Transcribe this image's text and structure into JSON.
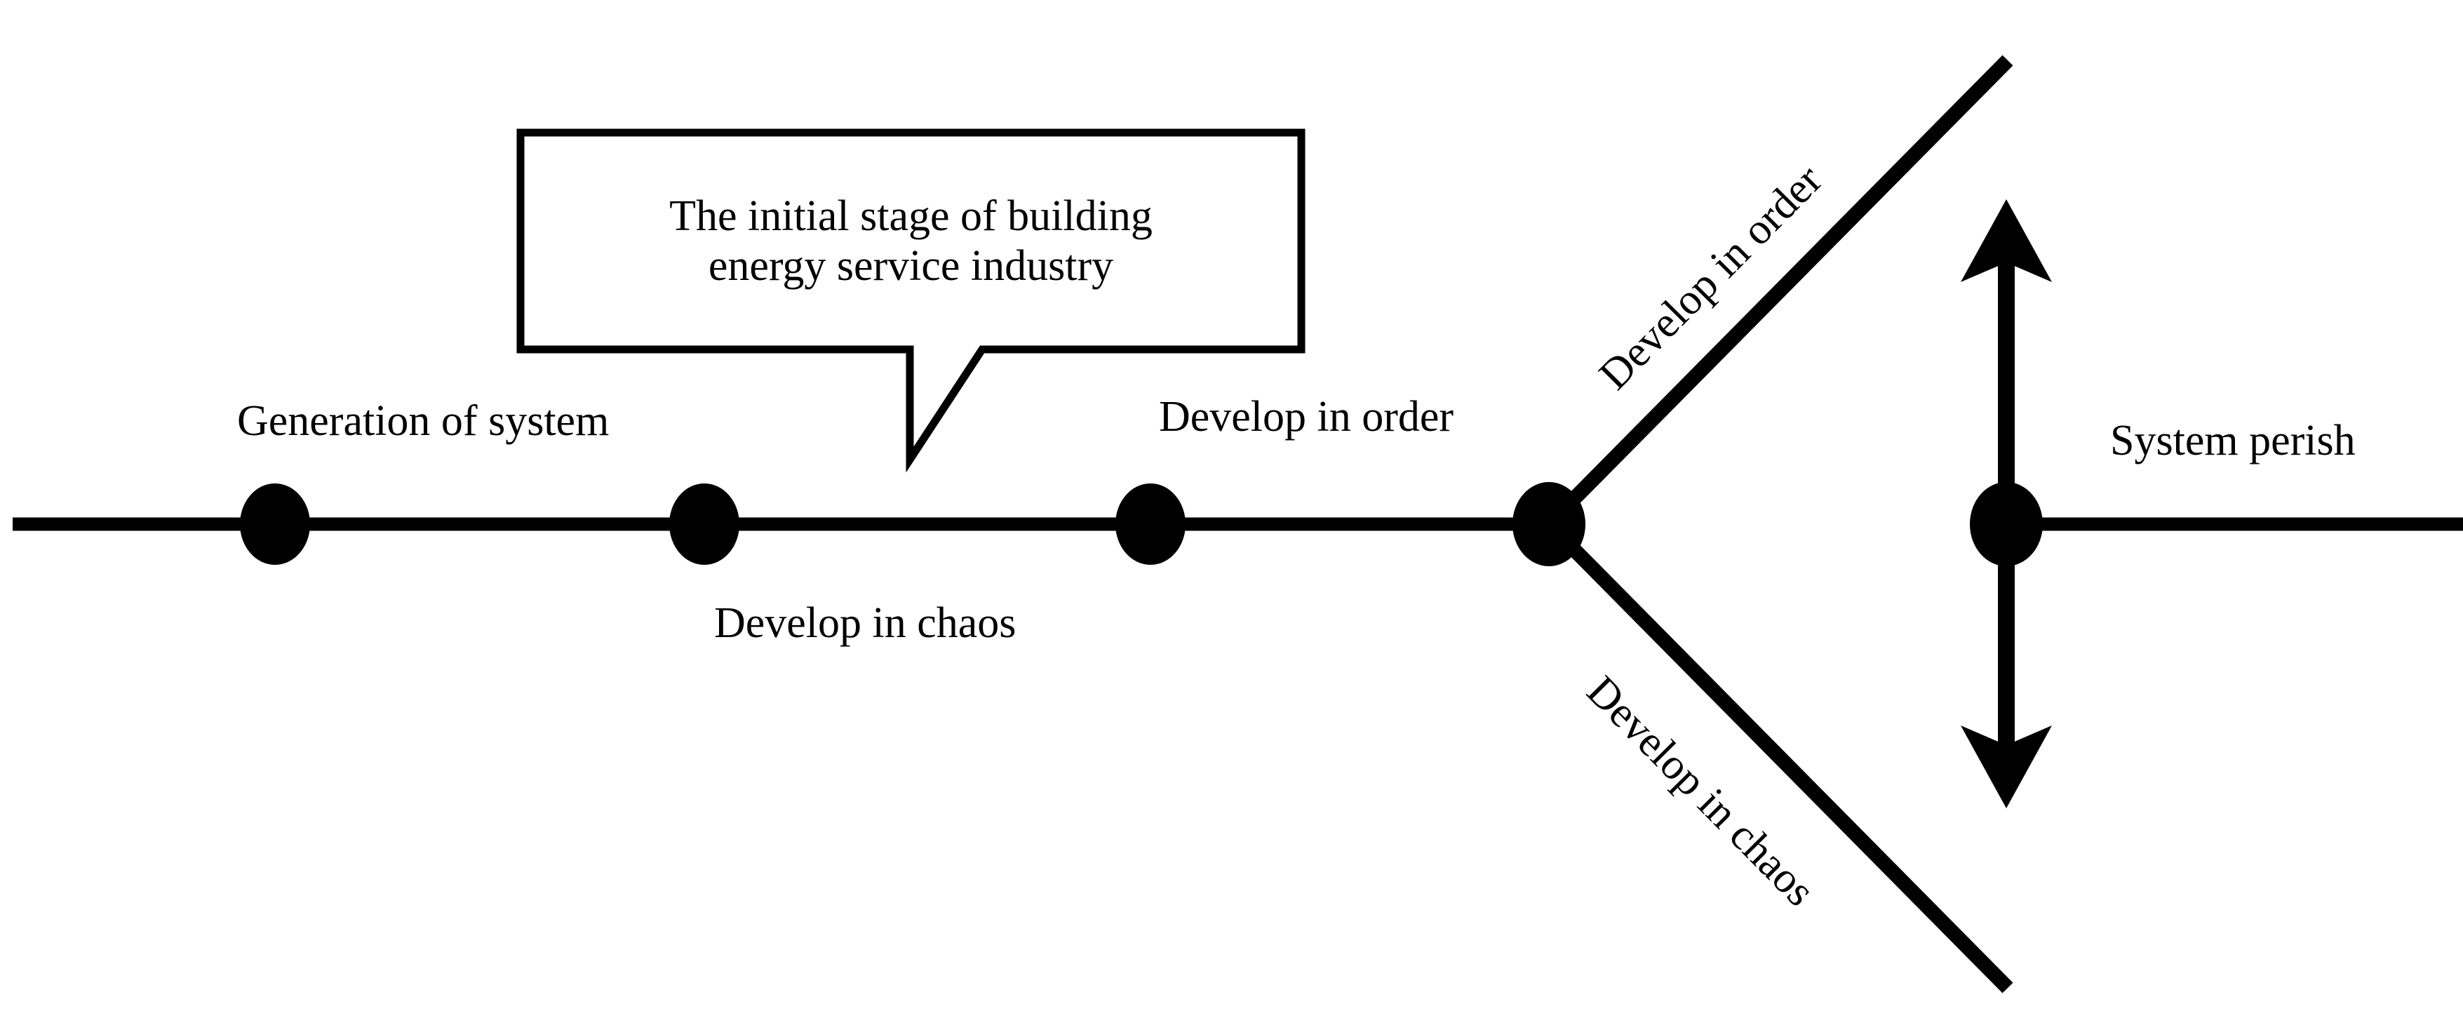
{
  "diagram": {
    "title": "System evolution timeline with branching development paths",
    "background_color": "#ffffff",
    "stroke_color": "#000000",
    "timeline": {
      "name": "main-timeline-axis",
      "nodes": [
        {
          "id": "node-1",
          "label": "Generation of system",
          "label_position": "above"
        },
        {
          "id": "node-2",
          "label": "",
          "label_position": "none"
        },
        {
          "id": "node-3",
          "label": "",
          "label_position": "none"
        },
        {
          "id": "node-4",
          "label": "",
          "label_position": "none"
        },
        {
          "id": "node-5",
          "label": "System perish",
          "label_position": "above-right"
        }
      ]
    },
    "labels": {
      "generation_of_system": "Generation of system",
      "develop_in_chaos_lower": "Develop in chaos",
      "develop_in_order_axis": "Develop in order",
      "system_perish": "System perish",
      "branch_upper": "Develop in order",
      "branch_lower": "Develop in chaos"
    },
    "callout": {
      "name": "initial-stage-callout",
      "line1": "The initial stage of building",
      "line2": "energy service industry",
      "full_text": "The initial stage of building energy service industry",
      "border_color": "#000000"
    },
    "arrows": {
      "vertical_double_arrow": "double-headed vertical arrow"
    }
  }
}
